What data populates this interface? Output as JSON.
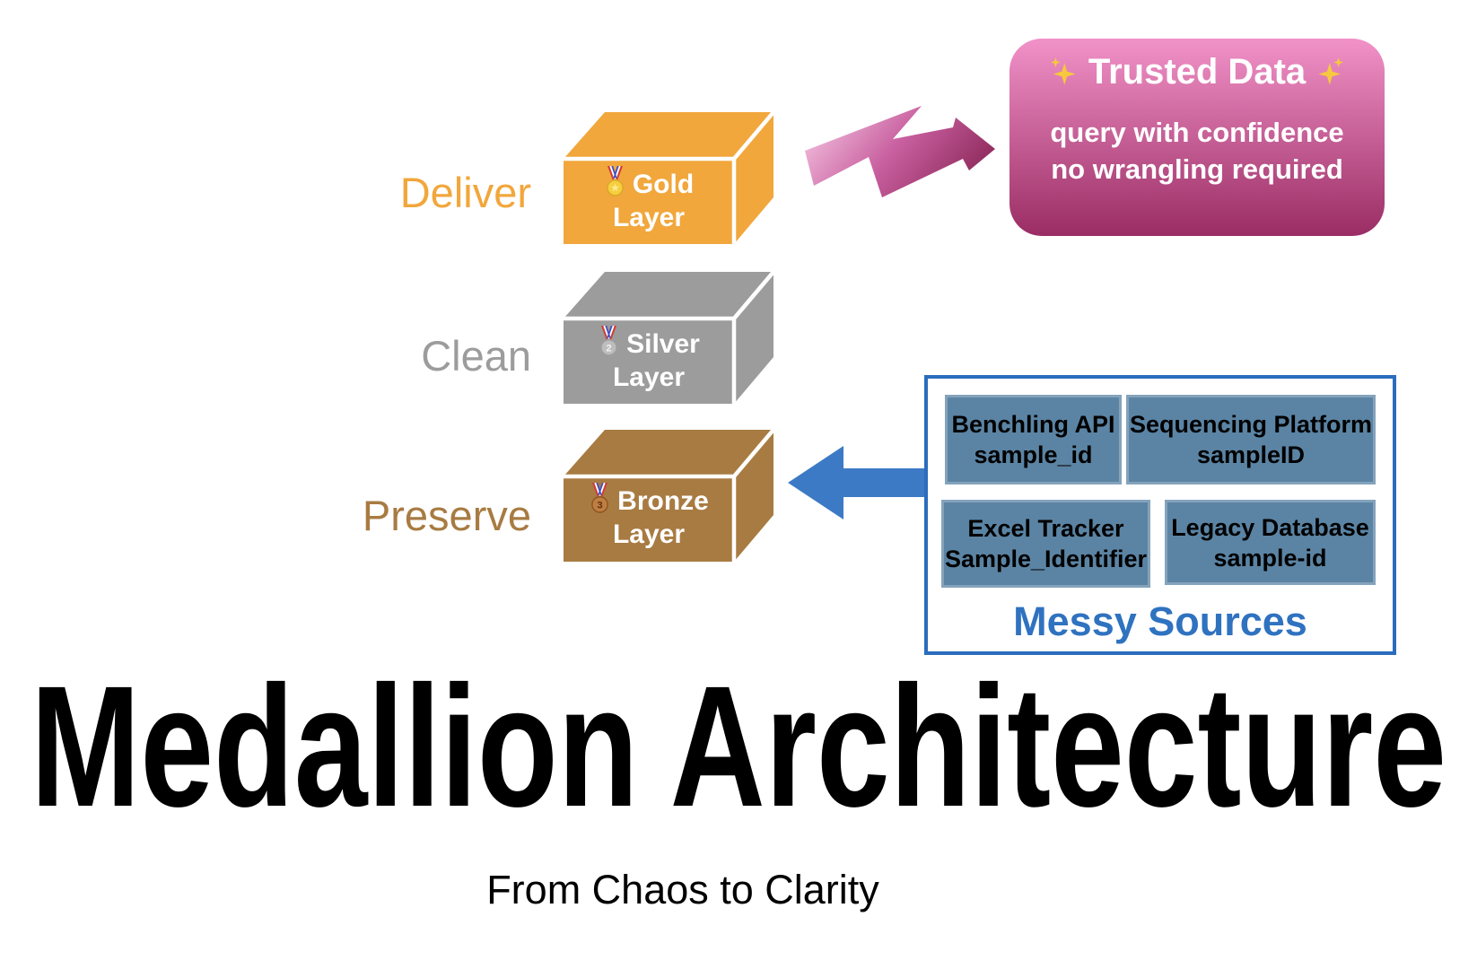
{
  "header": {
    "title": "Medallion Architecture",
    "subtitle": "From Chaos to Clarity",
    "title_color": "#000000"
  },
  "pipeline": {
    "layers": [
      {
        "action": "Deliver",
        "word1": "Gold",
        "word2": "Layer",
        "box_color": "#f1a73c",
        "label_color": "#f1a73c",
        "text_color": "#ffffff",
        "medal_number": ""
      },
      {
        "action": "Clean",
        "word1": "Silver",
        "word2": "Layer",
        "box_color": "#9c9c9c",
        "label_color": "#9c9c9c",
        "text_color": "#ffffff",
        "medal_number": "2"
      },
      {
        "action": "Preserve",
        "word1": "Bronze",
        "word2": "Layer",
        "box_color": "#a87b42",
        "label_color": "#a87b42",
        "text_color": "#ffffff",
        "medal_number": "3"
      }
    ]
  },
  "trusted_data": {
    "heading": "Trusted Data",
    "body_line1": "query with confidence",
    "body_line2": "no wrangling required",
    "gradient_top": "#f192c8",
    "gradient_bottom": "#9a2d64",
    "sparkle_color": "#f6c93d",
    "text_color": "#ffffff"
  },
  "messy_sources": {
    "label": "Messy Sources",
    "label_color": "#2f72c0",
    "border_color": "#2b6cbd",
    "tile_color": "#5b84a4",
    "tile_text_color": "#ffffff",
    "tiles": [
      {
        "line1": "Benchling API",
        "line2": "sample_id"
      },
      {
        "line1": "Sequencing Platform",
        "line2": "sampleID"
      },
      {
        "line1": "Excel Tracker",
        "line2": "Sample_Identifier"
      },
      {
        "line1": "Legacy Database",
        "line2": "sample-id"
      }
    ]
  },
  "arrows": {
    "deliver_arrow": {
      "gradient_start": "#f4c3e0",
      "gradient_mid": "#c85f9f",
      "gradient_end": "#8e2a5c"
    },
    "ingest_arrow": {
      "color": "#3c7ac5"
    }
  },
  "medals": {
    "ribbon_red": "#d23b35",
    "ribbon_white": "#ffffff",
    "ribbon_blue": "#3b55c4",
    "gold_disc": "#f6cf3f",
    "gold_rim": "#dba62a",
    "gold_star": "#fde98e",
    "silver_disc": "#bdbdbd",
    "silver_rim": "#9e9e9e",
    "silver_number_color": "#f2f2f2",
    "bronze_disc": "#c07e42",
    "bronze_rim": "#8f561f",
    "bronze_number_color": "#5f3410"
  }
}
